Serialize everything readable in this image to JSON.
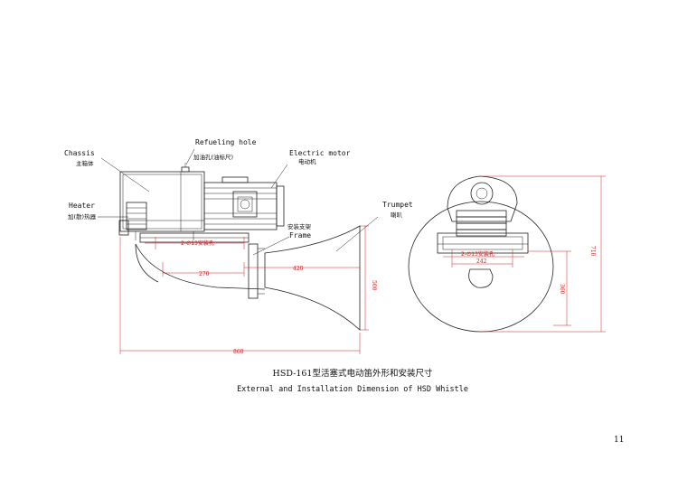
{
  "labels": {
    "chassis_en": "Chassis",
    "chassis_cn": "主箱体",
    "refuel_en": "Refueling hole",
    "refuel_cn": "加油孔(油标尺)",
    "motor_en": "Electric motor",
    "motor_cn": "电动机",
    "heater_en": "Heater",
    "heater_cn": "加(散)热器",
    "frame_cn": "安装支架",
    "frame_en": "Frame",
    "trumpet_en": "Trumpet",
    "trumpet_cn": "喇叭"
  },
  "dimensions": {
    "holes_side": "2-∅13安装孔",
    "holes_front": "2-∅13安装孔",
    "d270": "270",
    "d420": "420",
    "d500": "500",
    "d860": "860",
    "d242": "242",
    "d360": "360",
    "d710": "710"
  },
  "caption": {
    "cn": "HSD-161型活塞式电动笛外形和安装尺寸",
    "en": "External and Installation Dimension of HSD Whistle"
  },
  "page_number": "11",
  "colors": {
    "outline": "#222222",
    "dimension": "#d02020"
  }
}
